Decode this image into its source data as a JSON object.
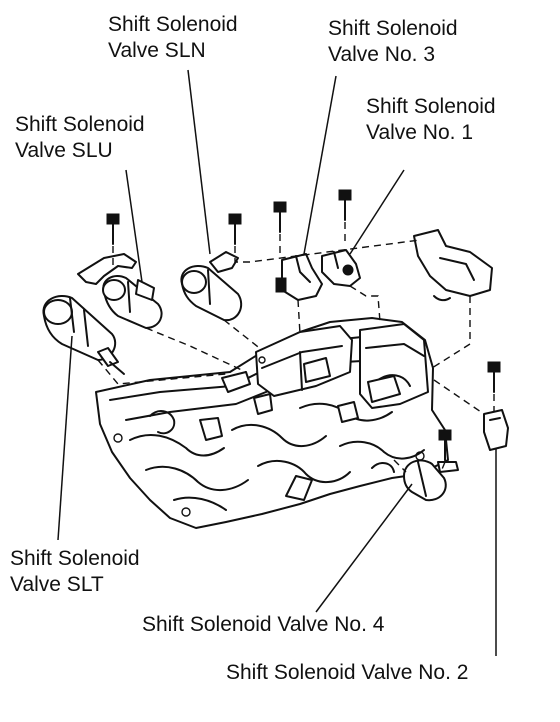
{
  "labels": {
    "sln": {
      "line1": "Shift Solenoid",
      "line2": "Valve SLN"
    },
    "no3": {
      "line1": "Shift Solenoid",
      "line2": "Valve No. 3"
    },
    "slu": {
      "line1": "Shift Solenoid",
      "line2": "Valve SLU"
    },
    "no1": {
      "line1": "Shift Solenoid",
      "line2": "Valve No. 1"
    },
    "slt": {
      "line1": "Shift Solenoid",
      "line2": "Valve SLT"
    },
    "no4": {
      "line1": "Shift Solenoid Valve No. 4"
    },
    "no2": {
      "line1": "Shift Solenoid Valve No. 2"
    }
  }
}
